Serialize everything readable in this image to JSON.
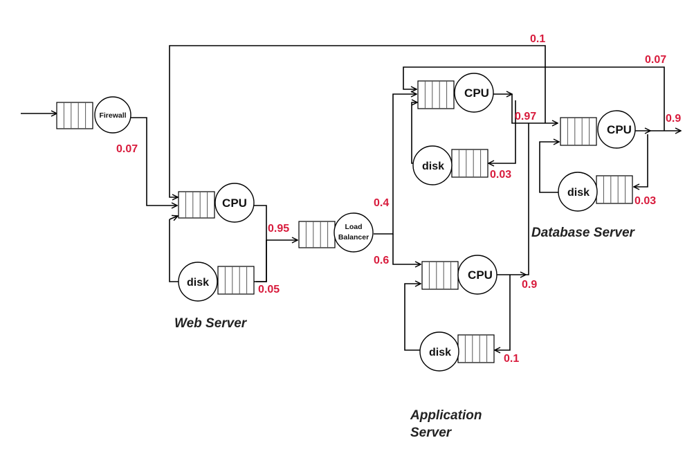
{
  "nodes": {
    "firewall": "Firewall",
    "web_cpu": "CPU",
    "web_disk": "disk",
    "load_balancer_line1": "Load",
    "load_balancer_line2": "Balancer",
    "app1_cpu": "CPU",
    "app1_disk": "disk",
    "app2_cpu": "CPU",
    "app2_disk": "disk",
    "db_cpu": "CPU",
    "db_disk": "disk"
  },
  "probabilities": {
    "firewall_exit": "0.07",
    "web_to_lb": "0.95",
    "web_disk": "0.05",
    "lb_to_app1": "0.4",
    "lb_to_app2": "0.6",
    "app1_to_db": "0.97",
    "app1_disk": "0.03",
    "app2_to_db": "0.9",
    "app2_disk": "0.1",
    "db_to_web_feedback": "0.1",
    "db_to_app_feedback": "0.07",
    "db_exit": "0.9",
    "db_disk": "0.03"
  },
  "tiers": {
    "web": "Web Server",
    "app_line1": "Application",
    "app_line2": "Server",
    "db": "Database Server"
  },
  "colors": {
    "probability": "#d81b3c",
    "line": "#000000"
  }
}
